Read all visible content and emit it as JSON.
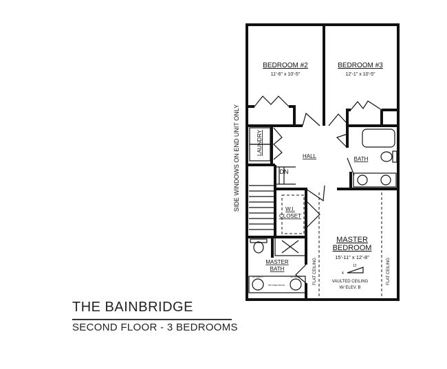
{
  "plan": {
    "title": "THE BAINBRIDGE",
    "subtitle": "SECOND FLOOR - 3 BEDROOMS",
    "side_note": "SIDE WINDOWS ON END UNIT ONLY",
    "rooms": {
      "bedroom2": {
        "name": "BEDROOM #2",
        "size": "11'-6\" x 10'-5\""
      },
      "bedroom3": {
        "name": "BEDROOM #3",
        "size": "12'-1\" x 10'-5\""
      },
      "laundry": {
        "name": "LAUNDRY"
      },
      "hall": {
        "name": "HALL"
      },
      "bath": {
        "name": "BATH"
      },
      "stairs": {
        "name": "DN"
      },
      "closet": {
        "name_1": "W.I.",
        "name_2": "CLOSET"
      },
      "master_bedroom": {
        "name_1": "MASTER",
        "name_2": "BEDROOM",
        "size": "15'-11\" x 12'-8\"",
        "ceiling_1": "VAULTED CEILING",
        "ceiling_2": "W/ ELEV. B",
        "flat_ceiling": "FLAT CEILING",
        "pitch_rise": "4",
        "pitch_run": "12"
      },
      "master_bath": {
        "name_1": "MASTER",
        "name_2": "BATH",
        "vanity": "30\" VANITY",
        "knee_space": "SIP KNEE SPACE"
      }
    }
  }
}
